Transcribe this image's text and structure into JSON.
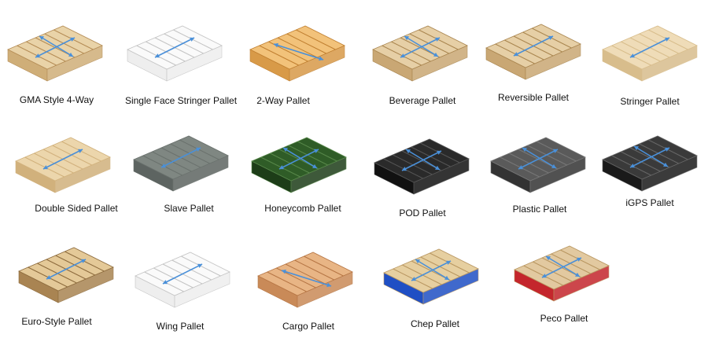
{
  "pallets": [
    {
      "label": "GMA Style 4-Way",
      "top": "#e9d3a8",
      "side": "#cfae78",
      "line": "#b48c55",
      "arrow": "4-way"
    },
    {
      "label": "Single Face Stringer Pallet",
      "top": "#fafafa",
      "side": "#eeeeee",
      "line": "#c4c4c4",
      "arrow": "diag"
    },
    {
      "label": "2-Way Pallet",
      "top": "#f2c27a",
      "side": "#d89a48",
      "line": "#c07f30",
      "arrow": "horiz"
    },
    {
      "label": "Beverage Pallet",
      "top": "#e6cfa6",
      "side": "#c9a774",
      "line": "#a9854f",
      "arrow": "4-way"
    },
    {
      "label": "Reversible Pallet",
      "top": "#e6cfa6",
      "side": "#c9a774",
      "line": "#a9854f",
      "arrow": "diag"
    },
    {
      "label": "Stringer Pallet",
      "top": "#efdcb8",
      "side": "#d8bd8c",
      "line": "#d8bd8c",
      "arrow": "diag"
    },
    {
      "label": "Double Sided Pallet",
      "top": "#ecd6ac",
      "side": "#d1b17c",
      "line": "#d1b17c",
      "arrow": "diag"
    },
    {
      "label": "Slave Pallet",
      "top": "#7f8782",
      "side": "#5d6461",
      "line": "#6a716d",
      "arrow": "diag"
    },
    {
      "label": "Honeycomb Pallet",
      "top": "#2f5c27",
      "side": "#1d3d18",
      "line": "#58884a",
      "arrow": "4-way"
    },
    {
      "label": "POD Pallet",
      "top": "#2a2a2a",
      "side": "#111111",
      "line": "#555555",
      "arrow": "4-way"
    },
    {
      "label": "Plastic Pallet",
      "top": "#5a5a5a",
      "side": "#333333",
      "line": "#777777",
      "arrow": "4-way"
    },
    {
      "label": "iGPS Pallet",
      "top": "#3a3a3a",
      "side": "#1a1a1a",
      "line": "#666666",
      "arrow": "4-way"
    },
    {
      "label": "Euro-Style Pallet",
      "top": "#e4c998",
      "side": "#a98452",
      "line": "#8c6a3c",
      "arrow": "diag"
    },
    {
      "label": "Wing Pallet",
      "top": "#fafafa",
      "side": "#eeeeee",
      "line": "#c4c4c4",
      "arrow": "diag"
    },
    {
      "label": "Cargo Pallet",
      "top": "#e8b585",
      "side": "#c98a58",
      "line": "#b57544",
      "arrow": "horiz"
    },
    {
      "label": "Chep Pallet",
      "top": "#e6cfa0",
      "side": "#1f4fc4",
      "line": "#b89660",
      "arrow": "4-way"
    },
    {
      "label": "Peco Pallet",
      "top": "#e2c9a0",
      "side": "#c4262c",
      "line": "#b89660",
      "arrow": "4-way"
    }
  ],
  "colors": {
    "arrow": "#4a90d9"
  }
}
